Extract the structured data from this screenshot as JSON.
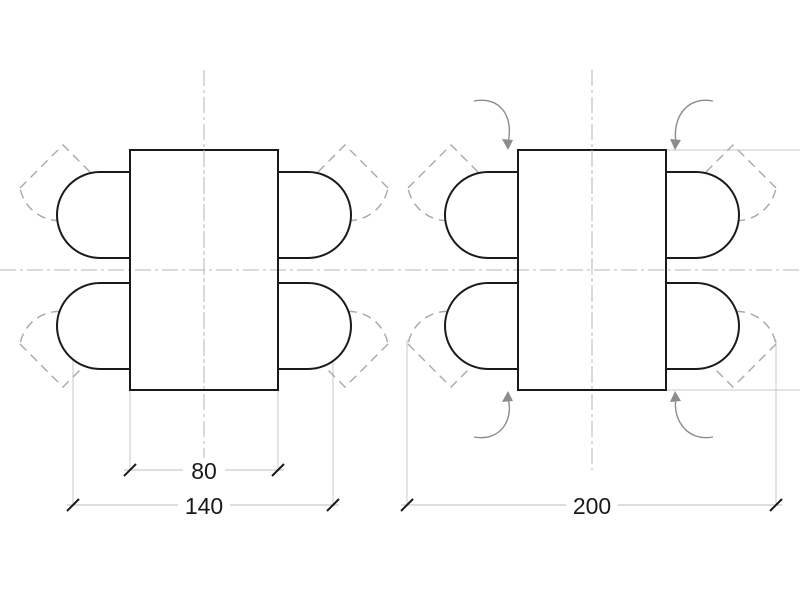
{
  "dimensions": {
    "table_width": "80",
    "clearance_narrow": "140",
    "clearance_wide": "200"
  },
  "colors": {
    "line": "#1a1a1a",
    "ghost": "#a8a8a8",
    "axis": "#b4b4b4",
    "arrow": "#8c8c8c"
  }
}
